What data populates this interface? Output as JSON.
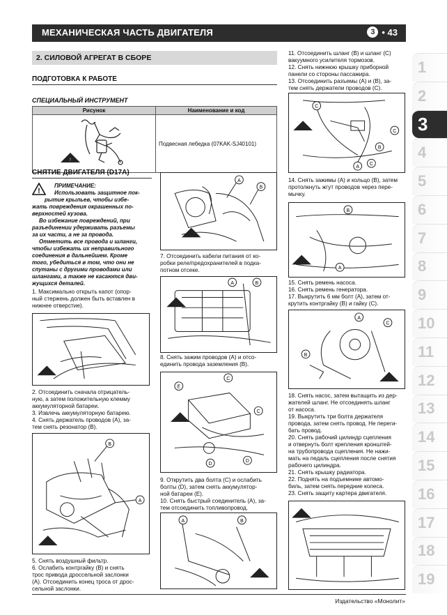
{
  "header": {
    "title": "МЕХАНИЧЕСКАЯ ЧАСТЬ ДВИГАТЕЛЯ",
    "chapter": "3",
    "page": "• 43"
  },
  "tabs": [
    "1",
    "2",
    "3",
    "4",
    "5",
    "6",
    "7",
    "8",
    "9",
    "10",
    "11",
    "12",
    "13",
    "14",
    "15",
    "16",
    "17",
    "18",
    "19"
  ],
  "active_tab": "3",
  "section": {
    "title": "2. СИЛОВОЙ АГРЕГАТ В СБОРЕ",
    "prep": "ПОДГОТОВКА К РАБОТЕ",
    "tool_heading": "СПЕЦИАЛЬНЫЙ ИНСТРУМЕНТ",
    "tool_table": {
      "headers": [
        "Рисунок",
        "Наименование и код"
      ],
      "rows": [
        [
          "",
          "Подвесная лебедка (07KAK-SJ40101)"
        ]
      ]
    },
    "removal": "СНЯТИЕ ДВИГАТЕЛЯ (D17A)"
  },
  "note": {
    "title": "ПРИМЕЧАНИЕ:",
    "lines": [
      "Использовать защитное пок-",
      "рытие крыльев, чтобы избе-",
      "жать повреждения окрашенных по-",
      "верхностей кузова.",
      "Во избежание повреждений, при",
      "разъединении удерживать разъемы",
      "за их части, а не за провода.",
      "Отметить все провода и шланги,",
      "чтобы избежать их неправильного",
      "соединения в дальнейшем. Кроме",
      "того, убедиться в том, что они не",
      "спутаны с другими проводами или",
      "шлангами, а также не касаются дви-",
      "жущихся деталей."
    ]
  },
  "col1": {
    "step1": [
      "1. Максимально открыть капот (опор-",
      "ный стержень должен быть вставлен в",
      "нижнее отверстие)."
    ],
    "steps2_4": [
      "2. Отсоединить сначала отрицатель-",
      "ную, а затем положительную клемму",
      "аккумуляторной батареи.",
      "3. Извлечь аккумуляторную батарею.",
      "4. Снять держатель проводов (A), за-",
      "тем снять резонатор (B)."
    ],
    "steps5_6": [
      "5. Снять воздушный фильтр.",
      "6. Ослабить контргайку (B) и снять",
      "трос привода дроссельной заслонки",
      "(A). Отсоединить конец троса от дрос-",
      "сельной заслонки."
    ]
  },
  "col2": {
    "step7": [
      "7. Отсоединить кабели питания от ко-",
      "робки реле/предохранителей в подка-",
      "потном отсеке."
    ],
    "step8": [
      "8. Снять зажим проводов (A) и отсо-",
      "единить провода заземления (B)."
    ],
    "steps9_10": [
      "9. Открутить два болта (C) и ослабить",
      "болты (D), затем снять аккумулятор-",
      "ной батареи (E).",
      "10. Снять быстрый соединитель (A), за-",
      "тем отсоединить топливопровод."
    ]
  },
  "col3": {
    "steps11_13": [
      "11. Отсоединить шланг (B) и шланг (C)",
      "вакуумного усилителя тормозов.",
      "12. Снять нижнюю крышку приборной",
      "панели со стороны пассажира.",
      "13. Отсоединить разъемы (A) и (B), за-",
      "тем снять держатели проводов (C)."
    ],
    "step14": [
      "14. Снять зажимы (A) и кольцо (B), затем",
      "протолкнуть жгут проводов через пере-",
      "мычку."
    ],
    "steps15_17": [
      "15. Снять ремень насоса.",
      "16. Снять ремень генератора.",
      "17. Выкрутить 6 мм болт (A), затем от-",
      "крутить контргайку (B) и гайку (C)."
    ],
    "steps18_23": [
      "18. Снять насос, затем вытащить из дер-",
      "жателей шланг. Не отсоединять шланг",
      "от насоса.",
      "19. Выкрутить три болта держателя",
      "провода, затем снять провод. Не переги-",
      "бать провод.",
      "20. Снять рабочий цилиндр сцепления",
      "и отвернуть болт крепления кронштей-",
      "на трубопровода сцепления. Не нажи-",
      "мать на педаль сцепления после снятия",
      "рабочего цилиндра.",
      "21. Снять крышку радиатора.",
      "22. Поднять на подъемнике автомо-",
      "биль, затем снять передние колеса.",
      "23. Снять защиту картера двигателя."
    ]
  },
  "callouts": {
    "A": "A",
    "B": "B",
    "C": "C",
    "D": "D",
    "E": "E"
  },
  "footer": {
    "publisher": "Издательство «Монолит»"
  }
}
